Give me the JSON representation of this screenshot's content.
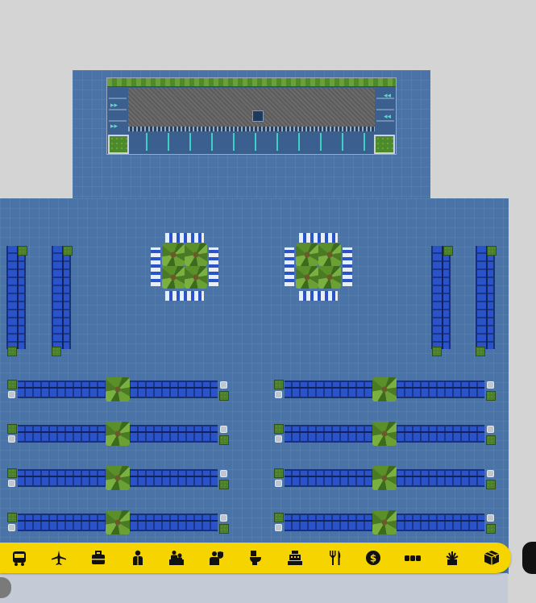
{
  "scene": {
    "colors": {
      "floor": "#4a74a8",
      "background": "#d4d4d4",
      "toolbar": "#f5d400",
      "seat": "#2a53c9"
    }
  },
  "toolbar": {
    "tools": [
      {
        "id": "bus",
        "icon": "bus-icon"
      },
      {
        "id": "runway",
        "icon": "airplane-icon"
      },
      {
        "id": "baggage",
        "icon": "suitcase-icon"
      },
      {
        "id": "staff",
        "icon": "person-icon"
      },
      {
        "id": "check-in",
        "icon": "check-in-desk-icon"
      },
      {
        "id": "security",
        "icon": "security-officer-icon"
      },
      {
        "id": "restroom",
        "icon": "toilet-icon"
      },
      {
        "id": "shop",
        "icon": "cash-register-icon"
      },
      {
        "id": "food",
        "icon": "fork-knife-icon"
      },
      {
        "id": "finance",
        "icon": "dollar-icon"
      },
      {
        "id": "seating",
        "icon": "bench-icon"
      },
      {
        "id": "decoration",
        "icon": "plant-icon"
      },
      {
        "id": "storage",
        "icon": "boxes-icon"
      }
    ]
  }
}
